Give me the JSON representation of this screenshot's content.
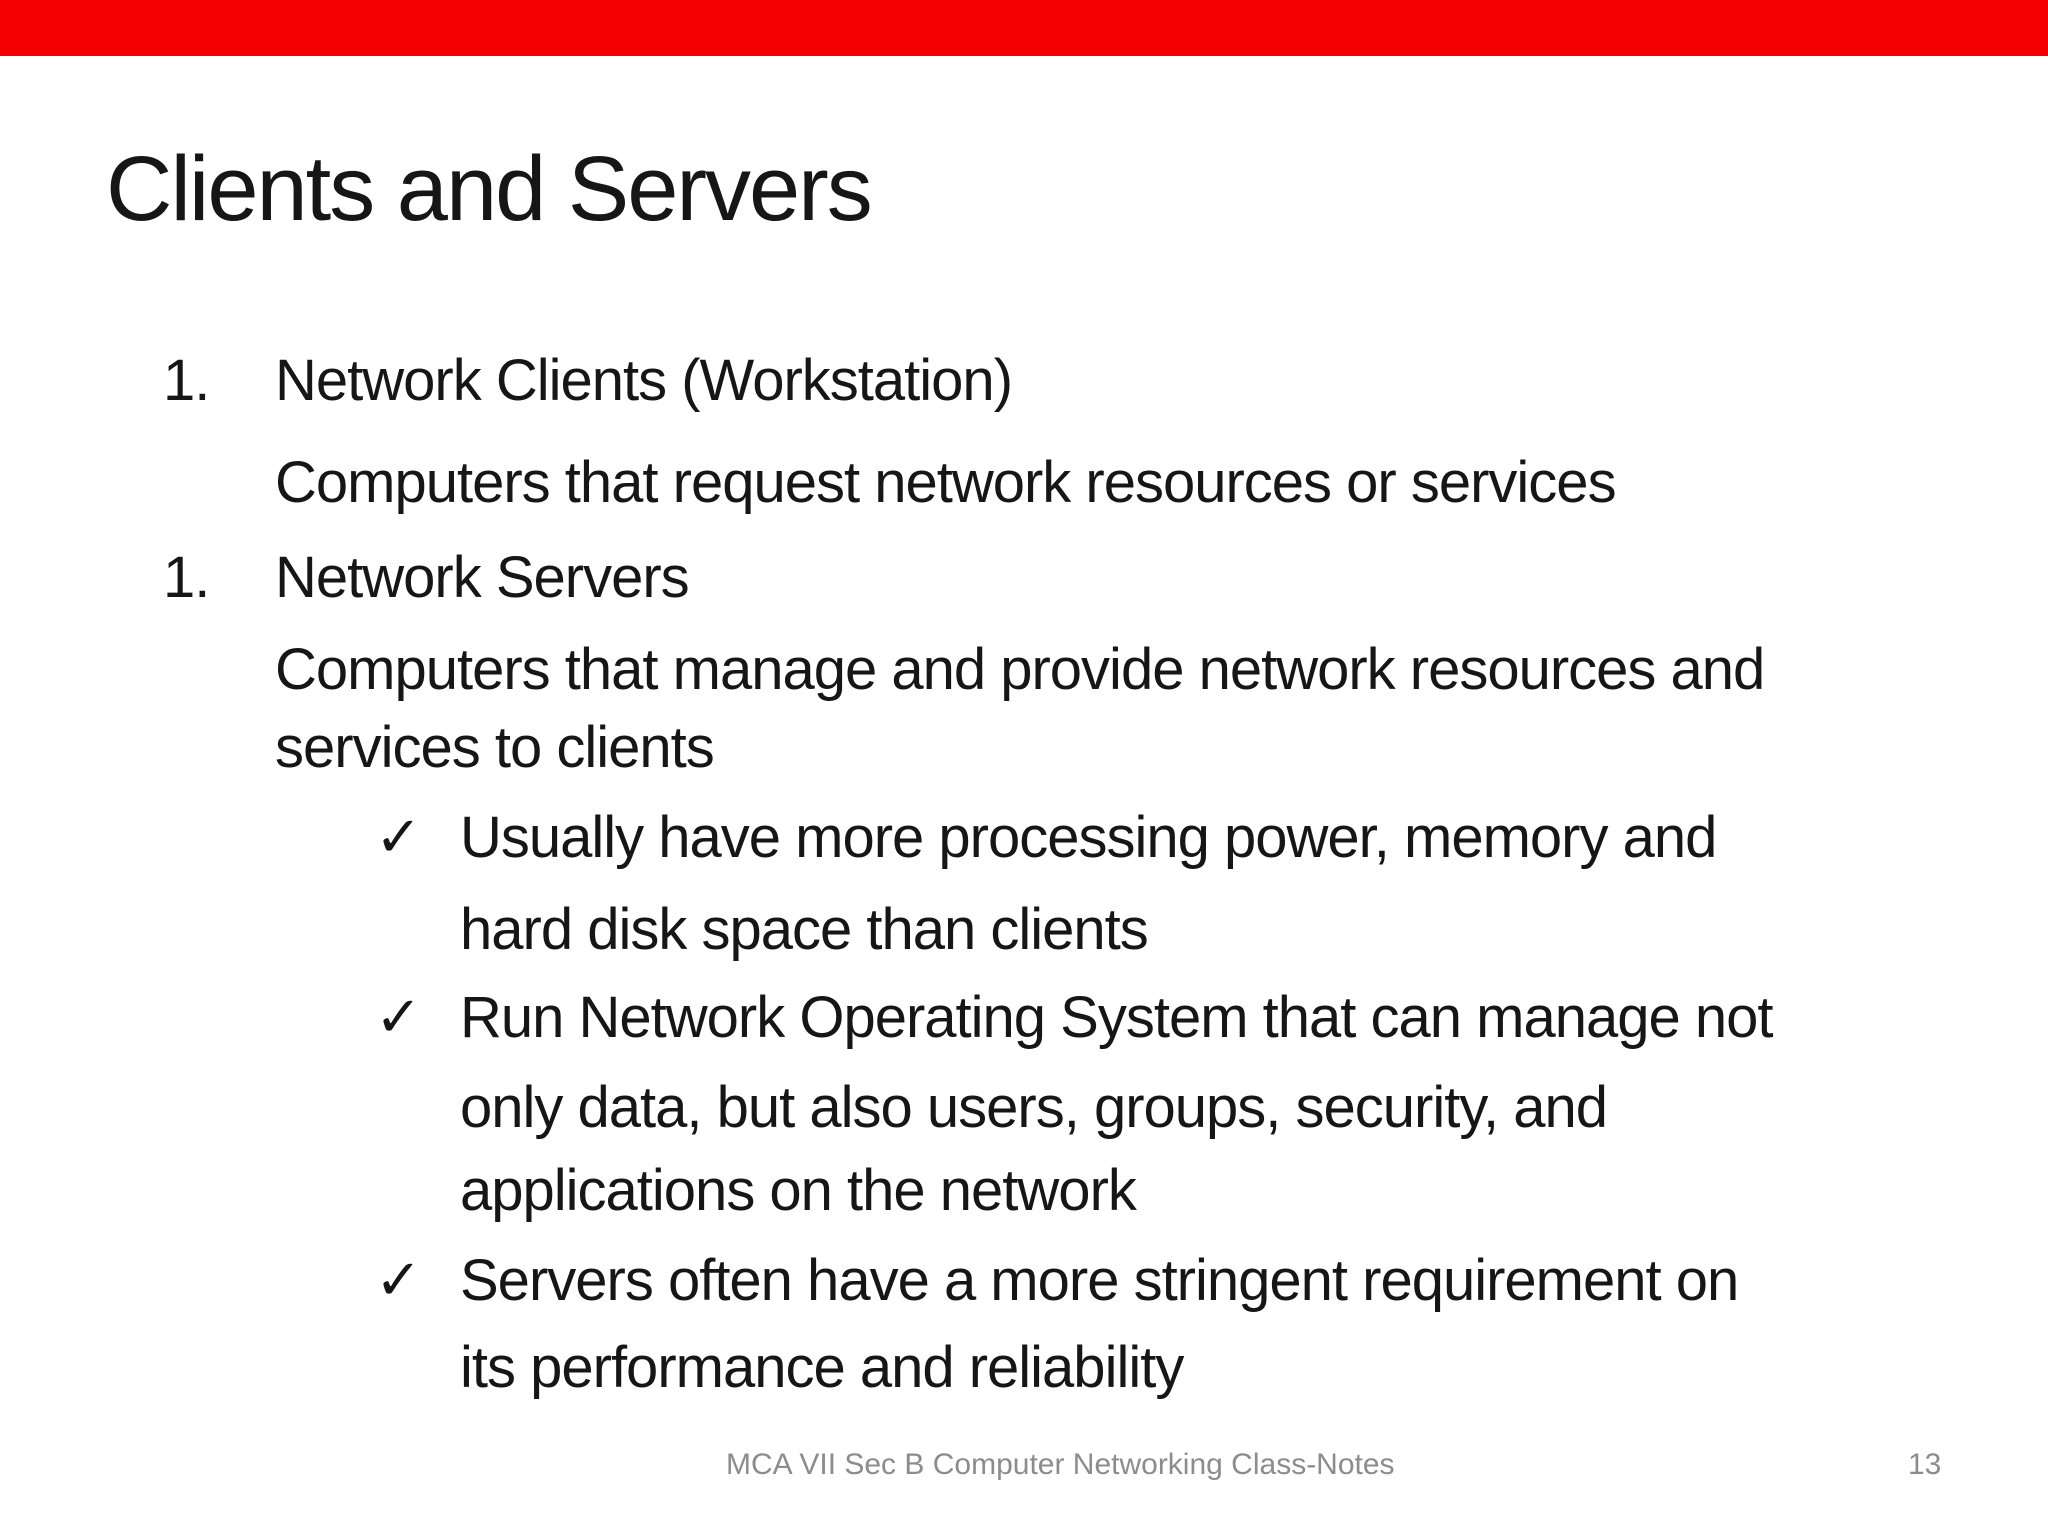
{
  "slide": {
    "title": "Clients and Servers",
    "accent_color": "#f40000",
    "text_color": "#161616",
    "footer_color": "#8c8c8c",
    "checkmark_symbol": "✓",
    "items": [
      {
        "number": "1.",
        "heading": "Network Clients (Workstation)",
        "description_lines": [
          "Computers that request network resources or services"
        ]
      },
      {
        "number": "1.",
        "heading": "Network Servers",
        "description_lines": [
          "Computers that manage and provide network resources and",
          "services to clients"
        ],
        "checklist": [
          {
            "lines": [
              "Usually have more processing power, memory and",
              "hard disk space than clients"
            ]
          },
          {
            "lines": [
              "Run Network Operating System that can manage not",
              "only data, but also users, groups, security, and",
              "applications on the network"
            ]
          },
          {
            "lines": [
              "Servers often have a more stringent requirement on",
              "its performance and reliability"
            ]
          }
        ]
      }
    ],
    "footer": {
      "text": "MCA VII Sec B Computer Networking Class-Notes",
      "page_number": "13"
    }
  }
}
